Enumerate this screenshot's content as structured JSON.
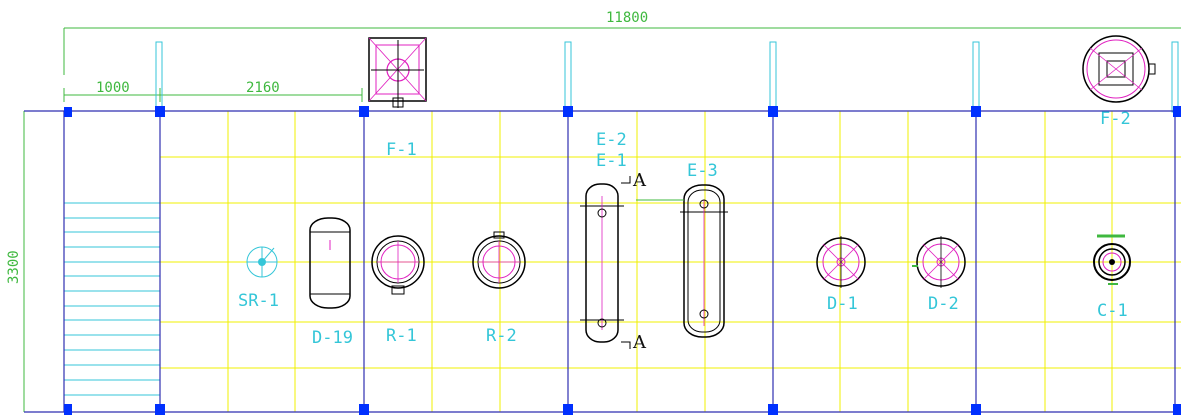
{
  "dimensions": {
    "total_width": "11800",
    "seg_1": "1000",
    "seg_2": "2160",
    "height": "3300"
  },
  "equipment": {
    "sr1": "SR-1",
    "d19": "D-19",
    "r1": "R-1",
    "r2": "R-2",
    "f1": "F-1",
    "e2": "E-2",
    "e1": "E-1",
    "e3": "E-3",
    "d1": "D-1",
    "d2": "D-2",
    "f2": "F-2",
    "c1": "C-1"
  },
  "section_marks": {
    "top": "A",
    "bottom": "A"
  },
  "colors": {
    "dimension": "#3fb83f",
    "column_grid": "#2f2fb0",
    "beam_grid": "#f0f000",
    "label": "#34c6d8",
    "equipment_outline": "#000000",
    "nozzle": "#e020c0",
    "column": "#0030ff"
  }
}
